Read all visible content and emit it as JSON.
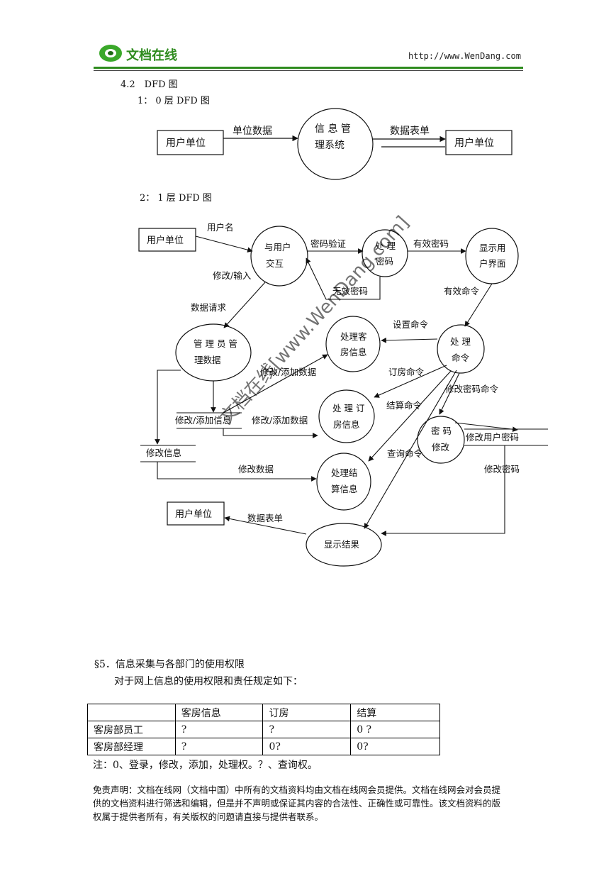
{
  "header": {
    "logo_text": "文档在线",
    "url": "http://www.WenDang.com"
  },
  "section_42": {
    "title": "4.2　DFD 图",
    "level0_title": "1：  0 层 DFD 图",
    "level1_title": "2：  1 层 DFD 图"
  },
  "dfd0": {
    "left_entity": "用户单位",
    "flow_in": "单位数据",
    "process_line1": "信 息 管",
    "process_line2": "理系统",
    "flow_out": "数据表单",
    "right_entity": "用户单位"
  },
  "dfd1": {
    "entity_top": "用户单位",
    "flow_username": "用户名",
    "proc_interact_1": "与用户",
    "proc_interact_2": "交互",
    "flow_pwd_verify": "密码验证",
    "proc_pwd_1": "处  理",
    "proc_pwd_2": "密码",
    "flow_valid_pwd": "有效密码",
    "proc_show_1": "显示用",
    "proc_show_2": "户界面",
    "flow_invalid_pwd": "无效密码",
    "flow_modify_input": "修改/输入",
    "flow_valid_cmd": "有效命令",
    "flow_data_request": "数据请求",
    "proc_admin_1": "管 理 员 管",
    "proc_admin_2": "理数据",
    "proc_room_1": "处理客",
    "proc_room_2": "房信息",
    "flow_set_cmd": "设置命令",
    "proc_cmd_1": "处  理",
    "proc_cmd_2": "命令",
    "flow_mod_add_1": "修改/添加数据",
    "flow_book_cmd": "订房命令",
    "flow_modpwd_cmd": "修改密码命令",
    "store_mod_add": "修改/添加信息",
    "flow_mod_add_2": "修改/添加数据",
    "proc_booking_1": "处  理  订",
    "proc_booking_2": "房信息",
    "flow_settle_cmd": "结算命令",
    "proc_pwdmod_1": "密  码",
    "proc_pwdmod_2": "修改",
    "store_mod_user_pwd": "修改用户密码",
    "store_mod_info": "修改信息",
    "flow_query_cmd": "查询命令",
    "flow_mod_data": "修改数据",
    "proc_settle_1": "处理结",
    "proc_settle_2": "算信息",
    "flow_mod_pwd": "修改密码",
    "entity_bottom": "用户单位",
    "flow_data_form": "数据表单",
    "proc_result": "显示结果"
  },
  "watermark": "文档在线[www.WenDang.com]",
  "section5": {
    "title": "§5．信息采集与各部门的使用权限",
    "intro": "对于网上信息的使用权限和责任规定如下：",
    "table": {
      "headers": [
        "",
        "客房信息",
        "订房",
        "结算"
      ],
      "rows": [
        [
          "客房部员工",
          "?",
          "?",
          "0  ?"
        ],
        [
          "客房部经理",
          "?",
          "0?",
          "0?"
        ]
      ]
    },
    "note": "注：0、登录，修改，添加，处理权。？、查询权。"
  },
  "disclaimer": {
    "line1": "免责声明：文档在线网（文档中国）中所有的文档资料均由文档在线网会员提供。文档在线网会对会员提",
    "line2": "供的文档资料进行筛选和编辑，但是并不声明或保证其内容的合法性、正确性或可靠性。该文档资料的版",
    "line3": "权属于提供者所有，有关版权的问题请直接与提供者联系。"
  },
  "colors": {
    "logo_green": "#2e8b1e",
    "ink": "#111111"
  }
}
